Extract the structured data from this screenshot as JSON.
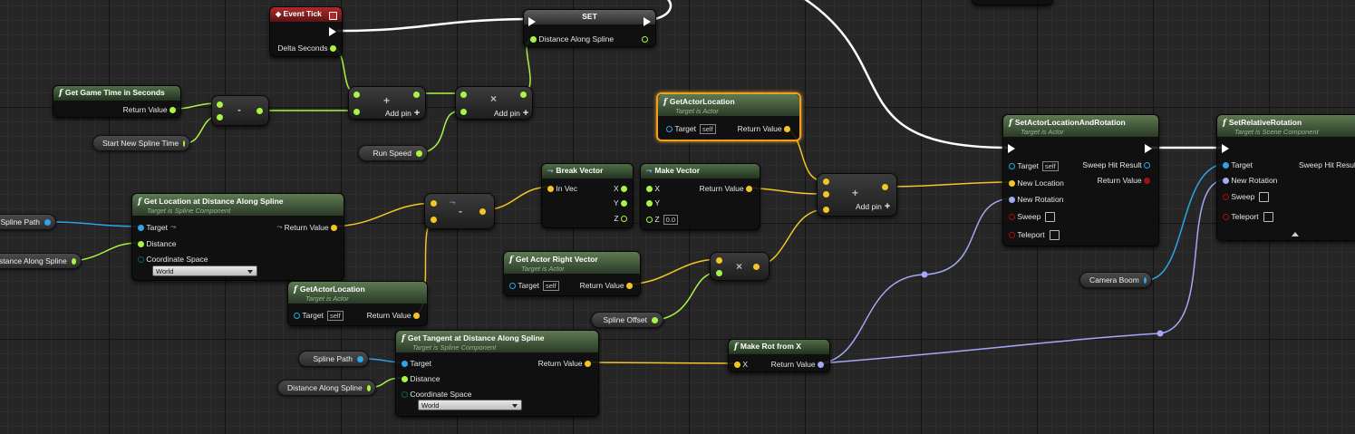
{
  "event_tick": {
    "title": "Event Tick",
    "delta_seconds": "Delta Seconds"
  },
  "set_node": {
    "title": "SET",
    "distance_along_spline": "Distance Along Spline"
  },
  "get_game_time": {
    "title": "Get Game Time in Seconds",
    "return_value": "Return Value"
  },
  "variables": {
    "start_new_spline_time": "Start New Spline Time",
    "run_speed": "Run Speed",
    "spline_path_1": "Spline Path",
    "distance_along_spline_1": "Distance Along Spline",
    "spline_offset": "Spline Offset",
    "spline_path_2": "Spline Path",
    "distance_along_spline_2": "Distance Along Spline",
    "camera_boom": "Camera Boom"
  },
  "add_node_1": {
    "add_pin": "Add pin"
  },
  "mul_node_1": {
    "add_pin": "Add pin"
  },
  "subtract_symbol": "-",
  "multiply_symbol": "×",
  "add_symbol": "+",
  "get_location_at_distance": {
    "title": "Get Location at Distance Along Spline",
    "subtitle": "Target is Spline Component",
    "target": "Target",
    "distance": "Distance",
    "coordinate_space": "Coordinate Space",
    "return_value": "Return Value",
    "space_value": "World"
  },
  "get_actor_location_1": {
    "title": "GetActorLocation",
    "subtitle": "Target is Actor",
    "target": "Target",
    "self": "self",
    "return_value": "Return Value"
  },
  "get_actor_location_2": {
    "title": "GetActorLocation",
    "subtitle": "Target is Actor",
    "target": "Target",
    "self": "self",
    "return_value": "Return Value"
  },
  "break_vector": {
    "title": "Break Vector",
    "in_vec": "In Vec",
    "x": "X",
    "y": "Y",
    "z": "Z"
  },
  "make_vector": {
    "title": "Make Vector",
    "x": "X",
    "y": "Y",
    "z": "Z",
    "z_value": "0.0",
    "return_value": "Return Value"
  },
  "get_actor_right_vector": {
    "title": "Get Actor Right Vector",
    "subtitle": "Target is Actor",
    "target": "Target",
    "self": "self",
    "return_value": "Return Value"
  },
  "add_node_2": {
    "add_pin": "Add pin"
  },
  "get_tangent": {
    "title": "Get Tangent at Distance Along Spline",
    "subtitle": "Target is Spline Component",
    "target": "Target",
    "distance": "Distance",
    "coordinate_space": "Coordinate Space",
    "return_value": "Return Value",
    "space_value": "World"
  },
  "make_rot_from_x": {
    "title": "Make Rot from X",
    "x": "X",
    "return_value": "Return Value"
  },
  "set_actor_location_rotation": {
    "title": "SetActorLocationAndRotation",
    "subtitle": "Target is Actor",
    "target": "Target",
    "self": "self",
    "new_location": "New Location",
    "new_rotation": "New Rotation",
    "sweep": "Sweep",
    "teleport": "Teleport",
    "sweep_hit_result": "Sweep Hit Result",
    "return_value": "Return Value"
  },
  "set_relative_rotation": {
    "title": "SetRelativeRotation",
    "subtitle": "Target is Scene Component",
    "target": "Target",
    "new_rotation": "New Rotation",
    "sweep": "Sweep",
    "teleport": "Teleport",
    "sweep_hit_result": "Sweep Hit Result"
  },
  "colors": {
    "exec": "#ffffff",
    "float": "#a8f545",
    "vector": "#f4c524",
    "object": "#2da5e8",
    "rotator": "#a4a8f5",
    "bool": "#a01010",
    "selection": "#f0a020"
  }
}
